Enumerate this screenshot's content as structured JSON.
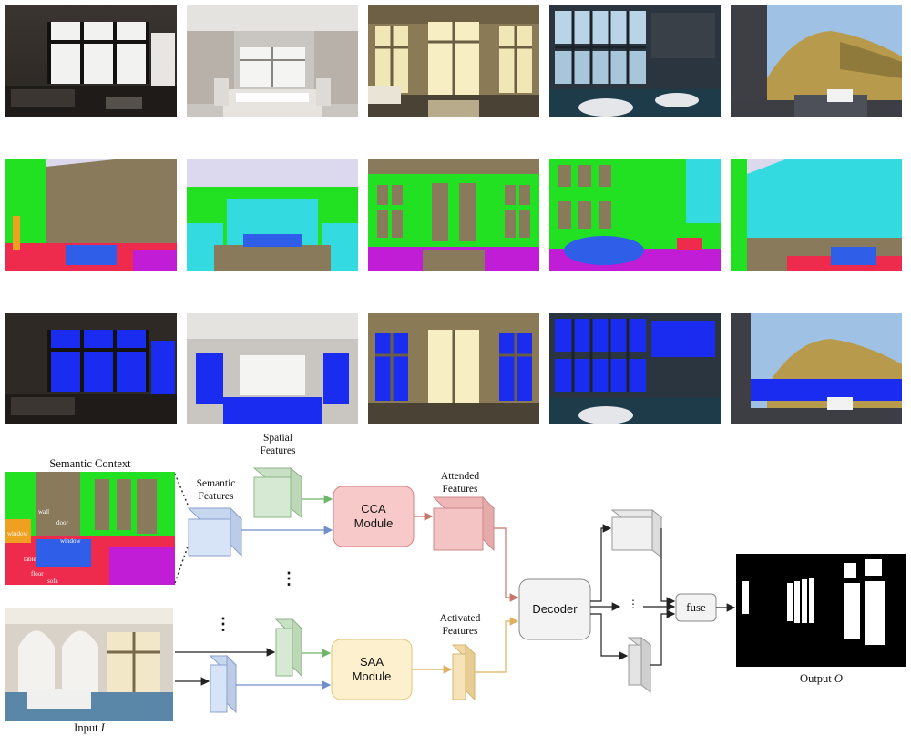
{
  "figure": {
    "rows": [
      {
        "role": "input_images",
        "count": 5
      },
      {
        "role": "semantic_segmentation",
        "count": 5
      },
      {
        "role": "window_prediction_overlay",
        "count": 5
      }
    ]
  },
  "diagram": {
    "semantic_context": {
      "title": "Semantic  Context",
      "class_labels": [
        "wall",
        "door",
        "window",
        "window",
        "table",
        "floor",
        "sofa"
      ]
    },
    "input_label": {
      "prefix": "Input ",
      "symbol": "I"
    },
    "output_label": {
      "prefix": "Output ",
      "symbol": "O"
    },
    "spatial_features": {
      "line1": "Spatial",
      "line2": "Features"
    },
    "semantic_features": {
      "line1": "Semantic",
      "line2": "Features"
    },
    "attended_features": {
      "line1": "Attended",
      "line2": "Features"
    },
    "activated_features": {
      "line1": "Activated",
      "line2": "Features"
    },
    "cca_module": {
      "line1": "CCA",
      "line2": "Module"
    },
    "saa_module": {
      "line1": "SAA",
      "line2": "Module"
    },
    "decoder": {
      "label": "Decoder"
    },
    "fuse": {
      "label": "fuse"
    },
    "ellipsis": "⋮",
    "colors": {
      "cca_fill": "#f7c9c9",
      "cca_stroke": "#d98080",
      "saa_fill": "#fdf0cf",
      "saa_stroke": "#e3c57a",
      "semantic_cube": "#d7e3f7",
      "spatial_cube": "#d6ead3",
      "attended_cube": "#f4c4c4",
      "activated_cube": "#f6e3b8",
      "decoder_fill": "#f3f3f3",
      "arrow_blue": "#6f8fc8",
      "arrow_green": "#6fb56a",
      "arrow_red": "#c8746a",
      "arrow_orange": "#e0b060",
      "seg_green": "#22e022",
      "seg_wall": "#8a7a5c",
      "seg_red": "#ef2b4d",
      "seg_magenta": "#c21dd6",
      "seg_blue": "#2f5ee8",
      "seg_cyan": "#33dbe0",
      "seg_sky": "#dcd9ee",
      "mask_blue": "#1a2cf0"
    }
  }
}
